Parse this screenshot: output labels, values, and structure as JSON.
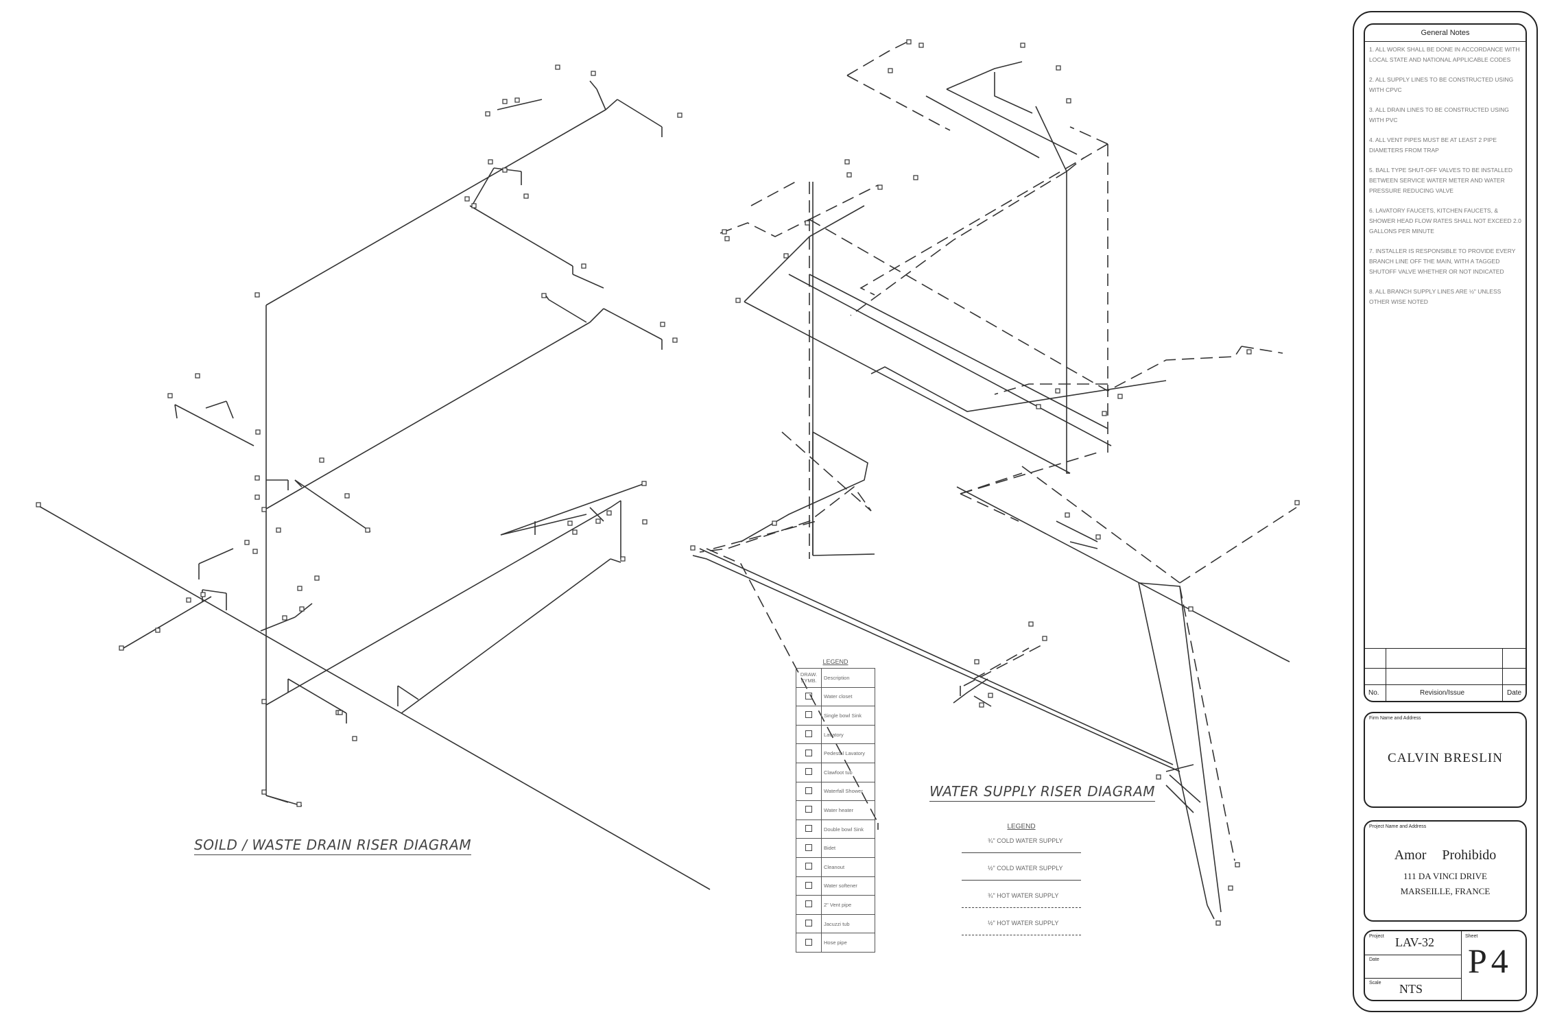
{
  "drainage": {
    "title": "SOILD / WASTE DRAIN RISER DIAGRAM"
  },
  "water": {
    "title": "WATER SUPPLY RISER DIAGRAM"
  },
  "legend": {
    "title": "LEGEND",
    "col_symbol": "DRAW. SYMB.",
    "col_desc": "Description",
    "items": [
      "Water closet",
      "Single bowl Sink",
      "Lavatory",
      "Pedestal Lavatory",
      "Clawfoot tub",
      "Waterfall Shower",
      "Water heater",
      "Double bowl Sink",
      "Bidet",
      "Cleanout",
      "Water softener",
      "2\" Vent pipe",
      "Jacuzzi tub",
      "Hose pipe"
    ]
  },
  "water_legend": {
    "title": "LEGEND",
    "items": [
      {
        "label": "¾\" COLD WATER SUPPLY",
        "style": "solid"
      },
      {
        "label": "½\" COLD WATER SUPPLY",
        "style": "solid"
      },
      {
        "label": "¾\" HOT WATER SUPPLY",
        "style": "dashed"
      },
      {
        "label": "½\" HOT WATER SUPPLY",
        "style": "dashed"
      }
    ]
  },
  "title_block": {
    "notes_heading": "General Notes",
    "notes": [
      "1. All work shall be done in accordance with local state and national applicable codes",
      "2. All supply lines to be constructed using with CPVC",
      "3. All drain lines to be constructed using with PVC",
      "4. All vent pipes must be at least 2 pipe diameters from trap",
      "5. Ball type shut-off valves to be installed between service water meter and water pressure reducing valve",
      "6. Lavatory faucets, kitchen faucets, & shower head flow rates shall not exceed 2.0 gallons per minute",
      "7. Installer is responsible to provide every branch line off the main, with a tagged shutoff valve whether or not indicated",
      "8. All branch supply lines are ½\" unless other wise noted"
    ],
    "revision": {
      "no": "No.",
      "issue": "Revision/Issue",
      "date": "Date"
    },
    "firm_label": "Firm Name and Address",
    "firm_name": "CALVIN BRESLIN",
    "project_label": "Project Name and Address",
    "project_name": "Amor Prohibido",
    "address1": "111 DA VINCI DRIVE",
    "address2": "MARSEILLE, FRANCE",
    "project_no_label": "Project",
    "project_no": "LAV-32",
    "date_label": "Date",
    "scale_label": "Scale",
    "scale": "NTS",
    "sheet_label": "Sheet",
    "sheet": "P4"
  }
}
